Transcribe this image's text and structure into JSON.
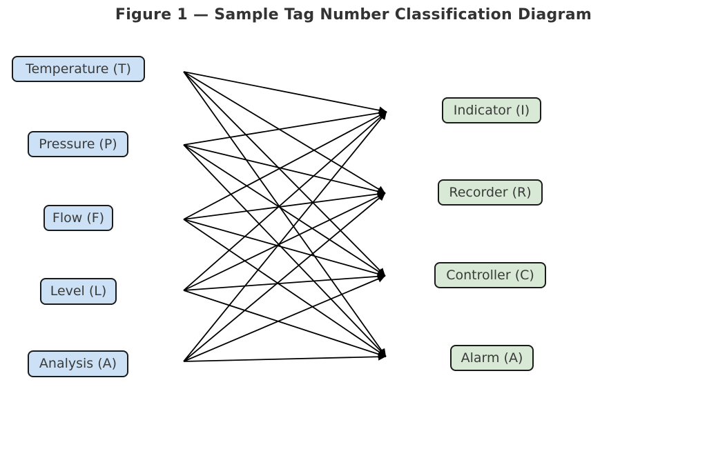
{
  "title": "Figure 1 — Sample Tag Number Classification Diagram",
  "diagram": {
    "left_nodes": [
      {
        "id": "T",
        "label": "Temperature (T)"
      },
      {
        "id": "P",
        "label": "Pressure (P)"
      },
      {
        "id": "F",
        "label": "Flow (F)"
      },
      {
        "id": "L",
        "label": "Level (L)"
      },
      {
        "id": "A",
        "label": "Analysis (A)"
      }
    ],
    "right_nodes": [
      {
        "id": "I",
        "label": "Indicator (I)"
      },
      {
        "id": "R",
        "label": "Recorder (R)"
      },
      {
        "id": "C",
        "label": "Controller (C)"
      },
      {
        "id": "AL",
        "label": "Alarm (A)"
      }
    ],
    "edges": [
      [
        "T",
        "I"
      ],
      [
        "T",
        "R"
      ],
      [
        "T",
        "C"
      ],
      [
        "T",
        "AL"
      ],
      [
        "P",
        "I"
      ],
      [
        "P",
        "R"
      ],
      [
        "P",
        "C"
      ],
      [
        "P",
        "AL"
      ],
      [
        "F",
        "I"
      ],
      [
        "F",
        "R"
      ],
      [
        "F",
        "C"
      ],
      [
        "F",
        "AL"
      ],
      [
        "L",
        "I"
      ],
      [
        "L",
        "R"
      ],
      [
        "L",
        "C"
      ],
      [
        "L",
        "AL"
      ],
      [
        "A",
        "I"
      ],
      [
        "A",
        "R"
      ],
      [
        "A",
        "C"
      ],
      [
        "A",
        "AL"
      ]
    ],
    "colors": {
      "background": "#ffffff",
      "left_node_fill": "#cce1f5",
      "right_node_fill": "#d8ead6",
      "node_border": "#1a1a1a",
      "node_text": "#3a3a3a",
      "title_text": "#333333",
      "edge": "#000000"
    }
  }
}
